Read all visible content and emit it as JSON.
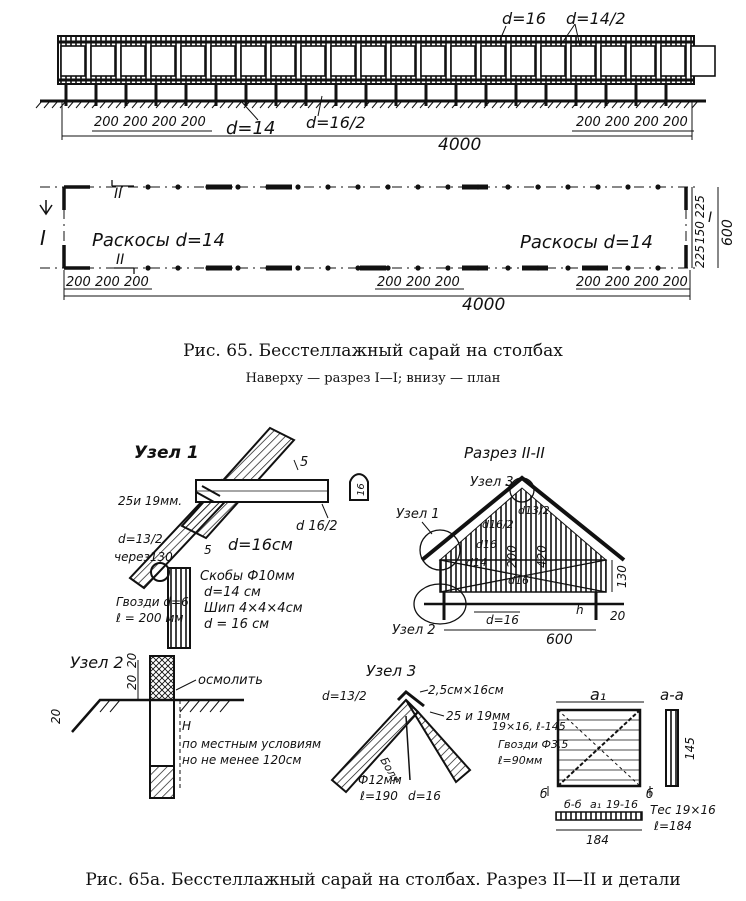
{
  "fig65": {
    "elevation_labels": {
      "d16": "d=16",
      "d14_2": "d=14/2",
      "d14": "d=14",
      "d16_2": "d=16/2",
      "dims_left": [
        "200",
        "200",
        "200",
        "200"
      ],
      "dims_right": [
        "200",
        "200",
        "200",
        "200"
      ],
      "total": "4000"
    },
    "plan_labels": {
      "braces_left": "Раскосы d=14",
      "braces_right": "Раскосы d=14",
      "section_mark_1": "I",
      "section_mark_1_right": "I",
      "section_mark_2_top": "II",
      "section_mark_2_bottom": "II",
      "dims_left": [
        "200",
        "200",
        "200"
      ],
      "dims_mid": [
        "200",
        "200",
        "200"
      ],
      "dims_right": [
        "200",
        "200",
        "200",
        "200"
      ],
      "dims_vertical": [
        "225",
        "150",
        "225"
      ],
      "width": "600",
      "total": "4000"
    },
    "caption": "Рис. 65. Бесстеллажный сарай на столбах",
    "subcaption": "Наверху — разрез I—I;  внизу — план"
  },
  "node1": {
    "title": "Узел 1",
    "labels": {
      "five_top": "5",
      "boards": "25и 19мм.",
      "d13_2": "d=13/2",
      "cherez": "через130",
      "five_mid": "5",
      "d16cm": "d=16см",
      "skoby": "Скобы Ф10мм",
      "d14cm": "d=14 см",
      "gvozdi": "Гвозди d=6",
      "l200": "ℓ = 200 мм",
      "ship": "Шип 4×4×4см",
      "d16cm_b": "d = 16 см",
      "d16_2": "d 16/2",
      "sixteen": "16"
    }
  },
  "section": {
    "title": "Разрез II-II",
    "labels": {
      "node3": "Узел 3",
      "node1": "Узел 1",
      "node2": "Узел 2",
      "d13_2": "d13/2",
      "d16_2": "d16/2",
      "d16a": "d16",
      "d14": "d14",
      "d16b": "d16",
      "h200": "200",
      "h420": "420",
      "h130": "130",
      "d16c": "d=16",
      "w600": "600",
      "h": "h",
      "twenty": "20"
    }
  },
  "node2": {
    "title": "Узел 2",
    "labels": {
      "tar": "осмолить",
      "twenty_a": "20",
      "twenty_b": "20",
      "twenty_c": "20",
      "h": "H",
      "local": "по местным условиям",
      "min": "но не менее 120см"
    }
  },
  "node3": {
    "title": "Узел 3",
    "labels": {
      "d13_2": "d=13/2",
      "board": "2,5см×16см",
      "boards": "25 и 19мм",
      "bolt": "Болт",
      "phi12": "Ф12мм",
      "l190": "ℓ=190",
      "d16": "d=16"
    }
  },
  "door": {
    "labels": {
      "a1": "а₁",
      "aa": "а-а",
      "boards": "19×16, ℓ-145",
      "nails": "Гвозди Ф3,5",
      "l90": "ℓ=90мм",
      "b_left": "б",
      "b_right": "б",
      "bb": "б-б",
      "a1_small": "а₁",
      "size": "19-16",
      "h145": "145",
      "tes": "Тес 19×16",
      "l184": "ℓ=184",
      "w184": "184"
    }
  },
  "caption2": "Рис. 65а. Бесстеллажный сарай на столбах. Разрез II—II и детали"
}
